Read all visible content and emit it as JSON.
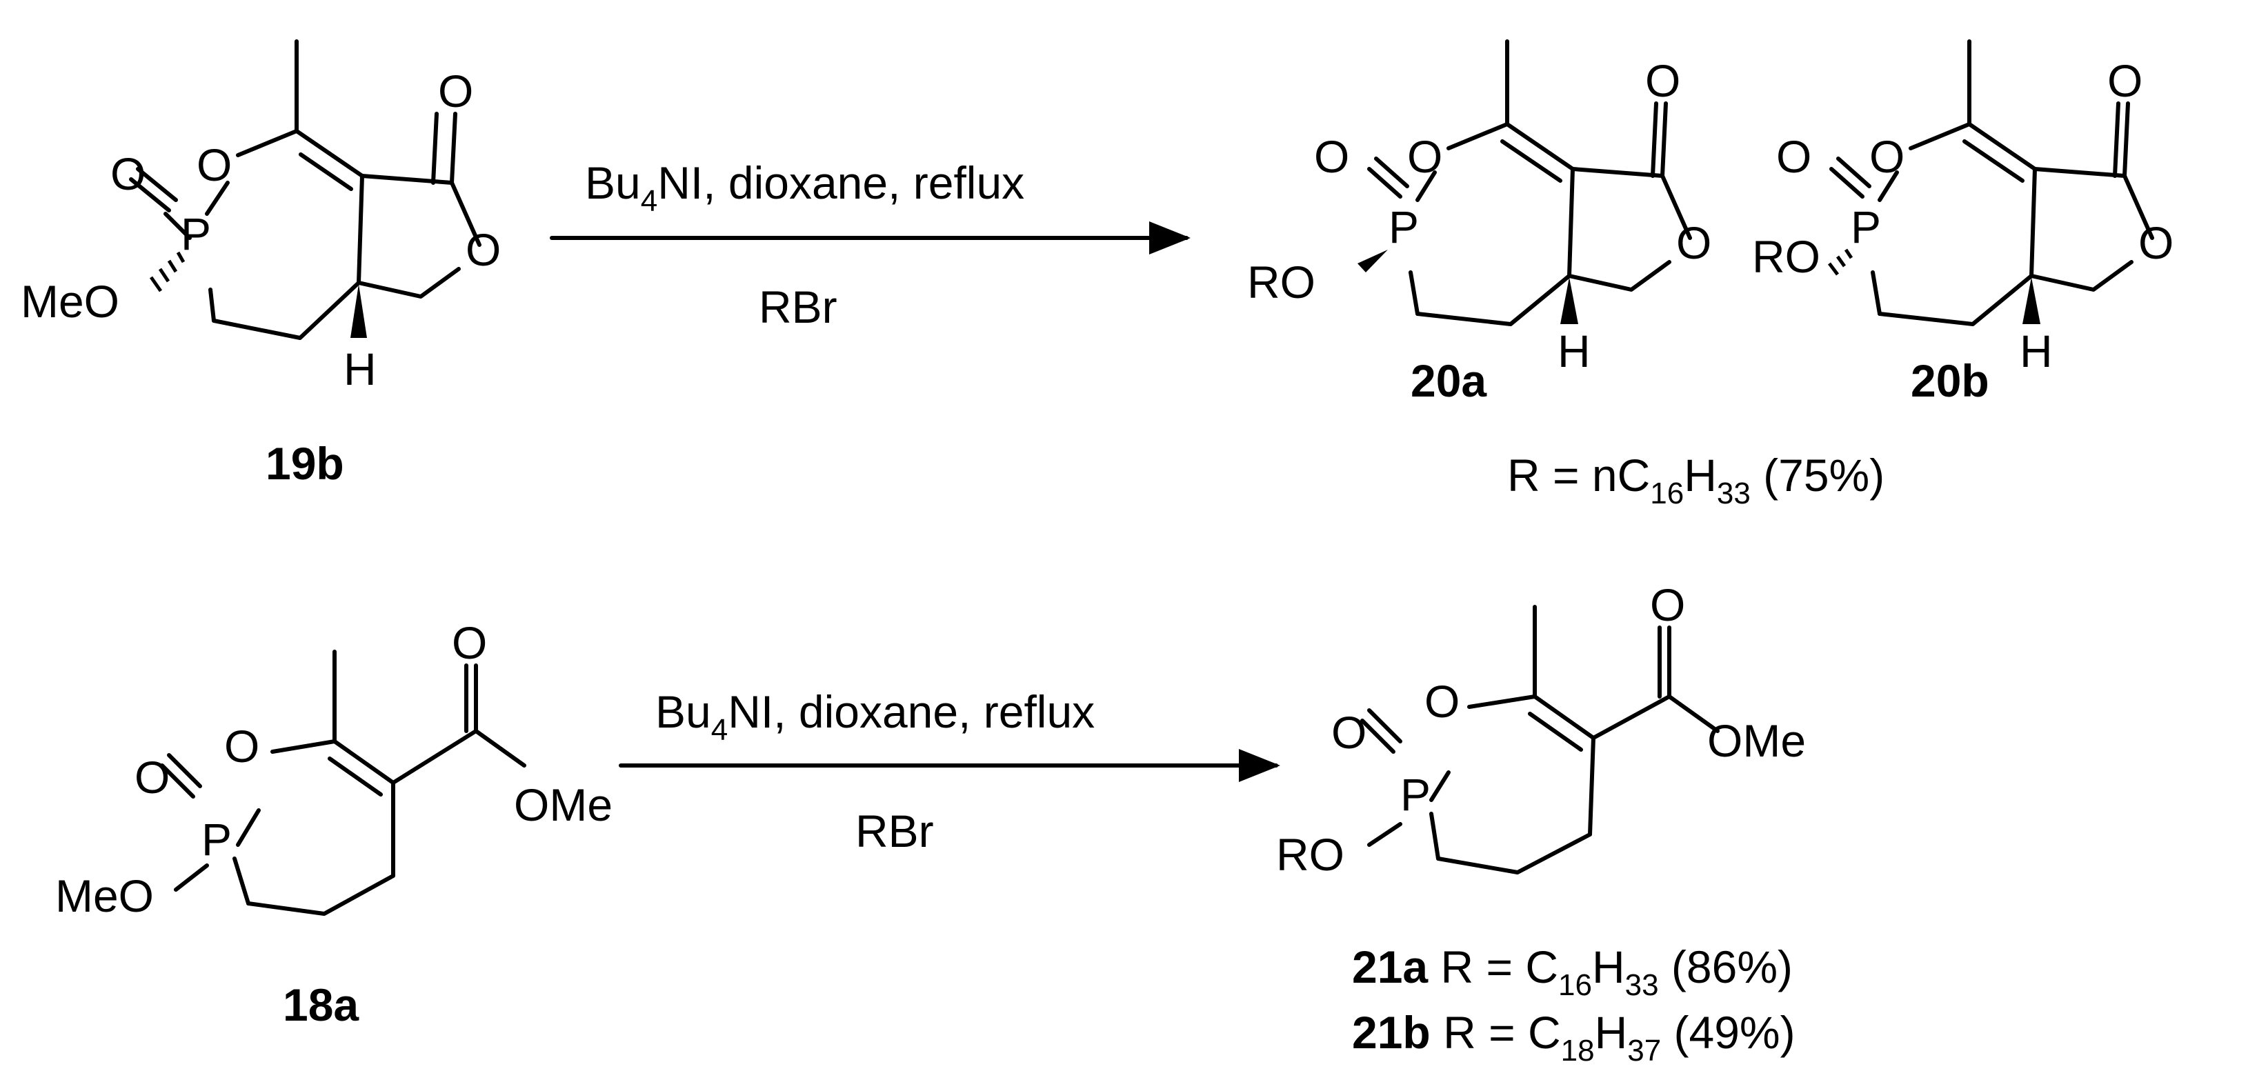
{
  "reaction1": {
    "reagent_top": {
      "main": "Bu",
      "sub": "4",
      "rest": "NI, dioxane, reflux"
    },
    "reagent_bottom": "RBr",
    "start_label": "19b",
    "product_label_a": "20a",
    "product_label_b": "20b",
    "r_def": {
      "pre": "R = nC",
      "s1": "16",
      "mid": "H",
      "s2": "33",
      "post": " (75%)"
    }
  },
  "reaction2": {
    "reagent_top": {
      "main": "Bu",
      "sub": "4",
      "rest": "NI, dioxane, reflux"
    },
    "reagent_bottom": "RBr",
    "start_label": "18a",
    "product_a": {
      "label": "21a",
      "pre": " R = C",
      "s1": "16",
      "mid": "H",
      "s2": "33",
      "post": " (86%)"
    },
    "product_b": {
      "label": "21b",
      "pre": " R = C",
      "s1": "18",
      "mid": "H",
      "s2": "37",
      "post": " (49%)"
    }
  },
  "atoms": {
    "O": "O",
    "P": "P",
    "H": "H",
    "MeO": "MeO",
    "RO": "RO",
    "OMe": "OMe"
  }
}
